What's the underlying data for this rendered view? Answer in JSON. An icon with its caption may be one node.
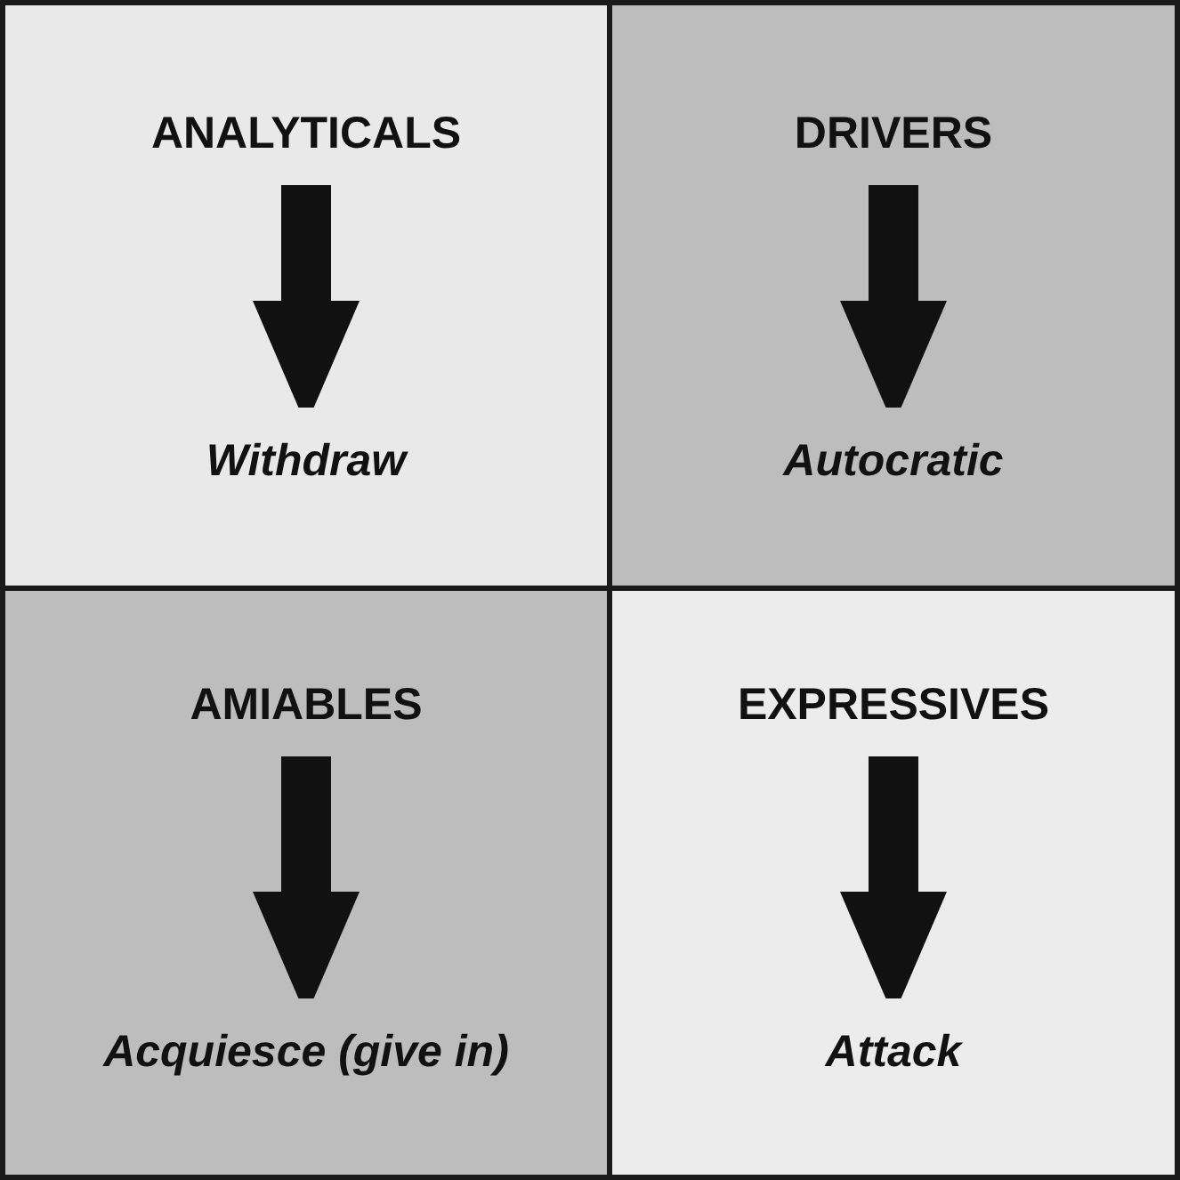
{
  "diagram": {
    "nodes": [
      {
        "text": [],
        "shape": "box"
      },
      {
        "text": [
          "ANALYTICALS"
        ],
        "in": 0
      },
      {
        "text": [
          "Withdraw"
        ],
        "in": 0
      },
      {
        "text": [],
        "shape": "box"
      },
      {
        "text": [
          "DRIVERS"
        ],
        "in": 3
      },
      {
        "text": [
          "Autocratic"
        ],
        "in": 3
      },
      {
        "text": [],
        "shape": "box"
      },
      {
        "text": [
          "AMIABLES"
        ],
        "in": 6
      },
      {
        "text": [
          "Acquiesce (give in)"
        ],
        "in": 6
      },
      {
        "text": [],
        "shape": "box"
      },
      {
        "text": [
          "EXPRESSIVES"
        ],
        "in": 9
      },
      {
        "text": [
          "Attack"
        ],
        "in": 9
      }
    ],
    "edges": [
      {
        "from": 1,
        "to": 2,
        "arrow": "to"
      },
      {
        "from": 4,
        "to": 5,
        "arrow": "to"
      },
      {
        "from": 7,
        "to": 8,
        "arrow": "to"
      },
      {
        "from": 10,
        "to": 11,
        "arrow": "to"
      }
    ]
  }
}
